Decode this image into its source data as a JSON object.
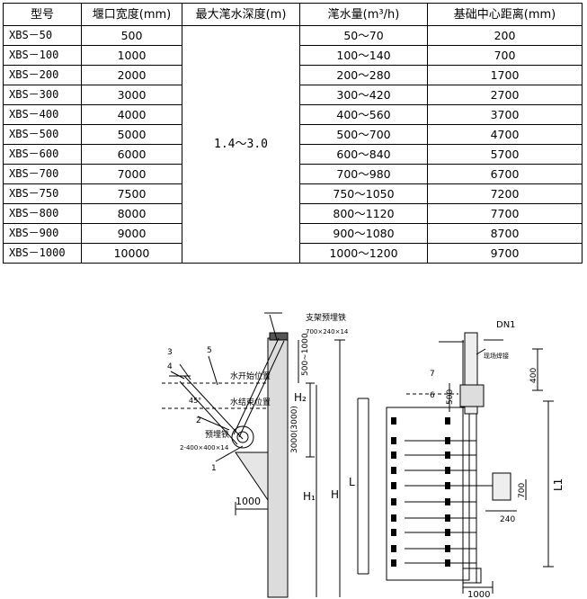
{
  "table": {
    "headers": [
      "型号",
      "堰口宽度(mm)",
      "最大滗水深度(m)",
      "滗水量(m³/h)",
      "基础中心距离(mm)"
    ],
    "max_depth": "1.4～3.0",
    "rows": [
      {
        "model": "XBS－50",
        "width": "500",
        "flow": "50～70",
        "center": "200"
      },
      {
        "model": "XBS－100",
        "width": "1000",
        "flow": "100～140",
        "center": "700"
      },
      {
        "model": "XBS－200",
        "width": "2000",
        "flow": "200～280",
        "center": "1700"
      },
      {
        "model": "XBS－300",
        "width": "3000",
        "flow": "300～420",
        "center": "2700"
      },
      {
        "model": "XBS－400",
        "width": "4000",
        "flow": "400～560",
        "center": "3700"
      },
      {
        "model": "XBS－500",
        "width": "5000",
        "flow": "500～700",
        "center": "4700"
      },
      {
        "model": "XBS－600",
        "width": "6000",
        "flow": "600～840",
        "center": "5700"
      },
      {
        "model": "XBS－700",
        "width": "7000",
        "flow": "700～980",
        "center": "6700"
      },
      {
        "model": "XBS－750",
        "width": "7500",
        "flow": "750～1050",
        "center": "7200"
      },
      {
        "model": "XBS－800",
        "width": "8000",
        "flow": "800～1120",
        "center": "7700"
      },
      {
        "model": "XBS－900",
        "width": "9000",
        "flow": "900～1080",
        "center": "8700"
      },
      {
        "model": "XBS－1000",
        "width": "10000",
        "flow": "1000～1200",
        "center": "9700"
      }
    ]
  },
  "drawing": {
    "left_labels": {
      "support_plate": "支架预埋铁",
      "support_plate_size": "700×240×14",
      "water_start": "水开始位置",
      "water_end": "水结束位置",
      "embedded_plate": "预埋铁",
      "embedded_plate_size": "2-400×400×14",
      "angle": "45°",
      "dim_500_1000": "500~1000",
      "dim_3000": "3000(3000)",
      "dim_1000": "1000",
      "H": "H",
      "H1": "H₁",
      "H2": "H₂",
      "L": "L",
      "n1": "1",
      "n2": "2",
      "n3": "3",
      "n4": "4",
      "n5": "5"
    },
    "right_labels": {
      "dn1": "DN1",
      "weld": "现场焊接",
      "n6": "6",
      "n7": "7",
      "dim_500": "500",
      "dim_400": "400",
      "dim_700": "700",
      "dim_240": "240",
      "dim_1000": "1000",
      "L1": "L1"
    }
  }
}
